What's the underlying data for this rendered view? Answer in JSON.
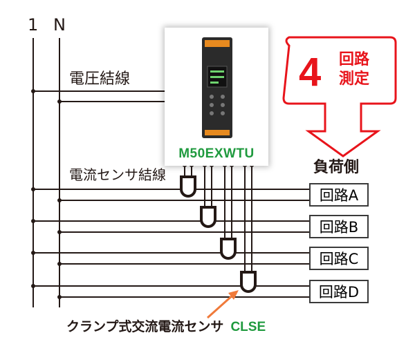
{
  "bus_labels": {
    "line1": "1",
    "neutral": "N"
  },
  "voltage_wiring_label": "電圧結線",
  "current_sensor_wiring_label": "電流センサ結線",
  "device": {
    "model": "M50EXWTU"
  },
  "callout": {
    "number": "4",
    "line1": "回路",
    "line2": "測定"
  },
  "load_side_label": "負荷側",
  "circuits": [
    "回路A",
    "回路B",
    "回路C",
    "回路D"
  ],
  "caption": {
    "text": "クランプ式交流電流センサ",
    "product_code": "CLSE"
  },
  "colors": {
    "accent_red": "#e8141b",
    "product_green": "#1f9a3e",
    "line": "#231815"
  }
}
